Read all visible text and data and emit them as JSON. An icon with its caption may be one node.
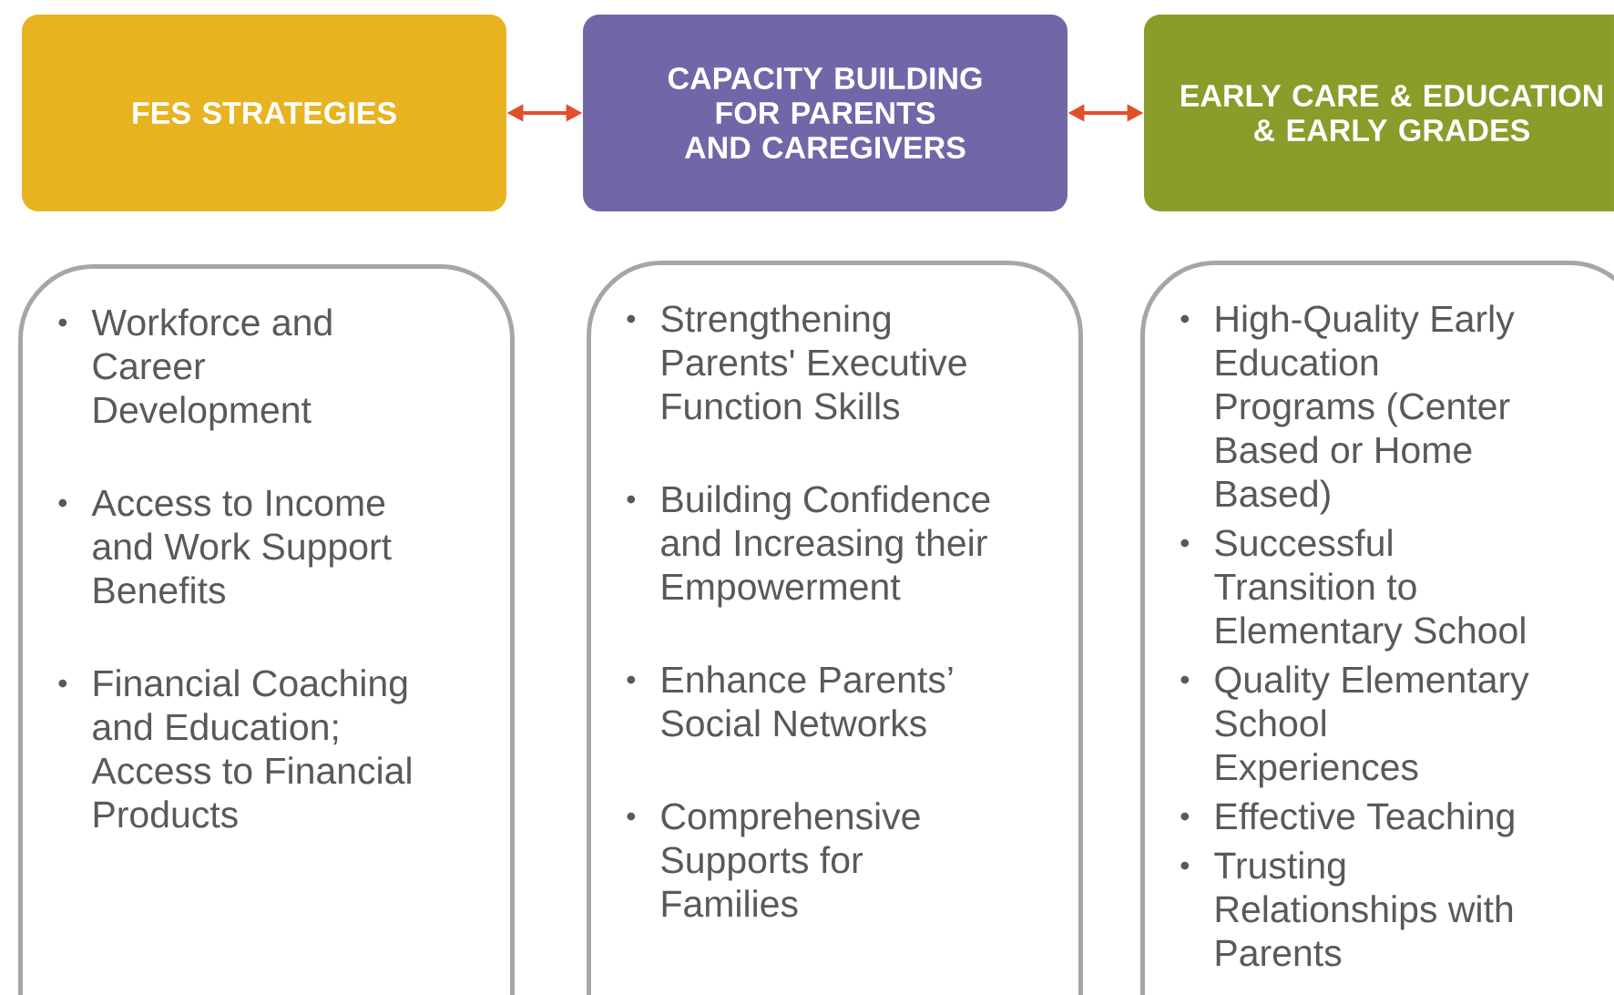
{
  "diagram": {
    "nodes": [
      {
        "text": [
          "FES STRATEGIES"
        ]
      },
      {
        "text": [
          "CAPACITY BUILDING FOR PARENTS AND CAREGIVERS"
        ]
      },
      {
        "text": [
          "EARLY CARE & EDUCATION & EARLY GRADES"
        ]
      },
      {
        "text": [
          "Workforce and Career Development",
          "Access to Income and Work Support Benefits",
          "Financial Coaching and Education; Access to Financial Products"
        ]
      },
      {
        "text": [
          "Strengthening Parents' Executive Function Skills",
          "Building Confidence and Increasing their Empowerment",
          "Enhance Parents’ Social Networks",
          "Comprehensive Supports for Families"
        ]
      },
      {
        "text": [
          "High-Quality Early Education Programs (Center Based or Home Based)",
          "Successful Transition to Elementary School",
          "Quality Elementary School Experiences",
          "Effective Teaching",
          "Trusting Relationships with Parents"
        ]
      }
    ],
    "edges": [
      {
        "from": 0,
        "to": 1,
        "arrow": "both"
      },
      {
        "from": 1,
        "to": 2,
        "arrow": "both"
      }
    ]
  }
}
